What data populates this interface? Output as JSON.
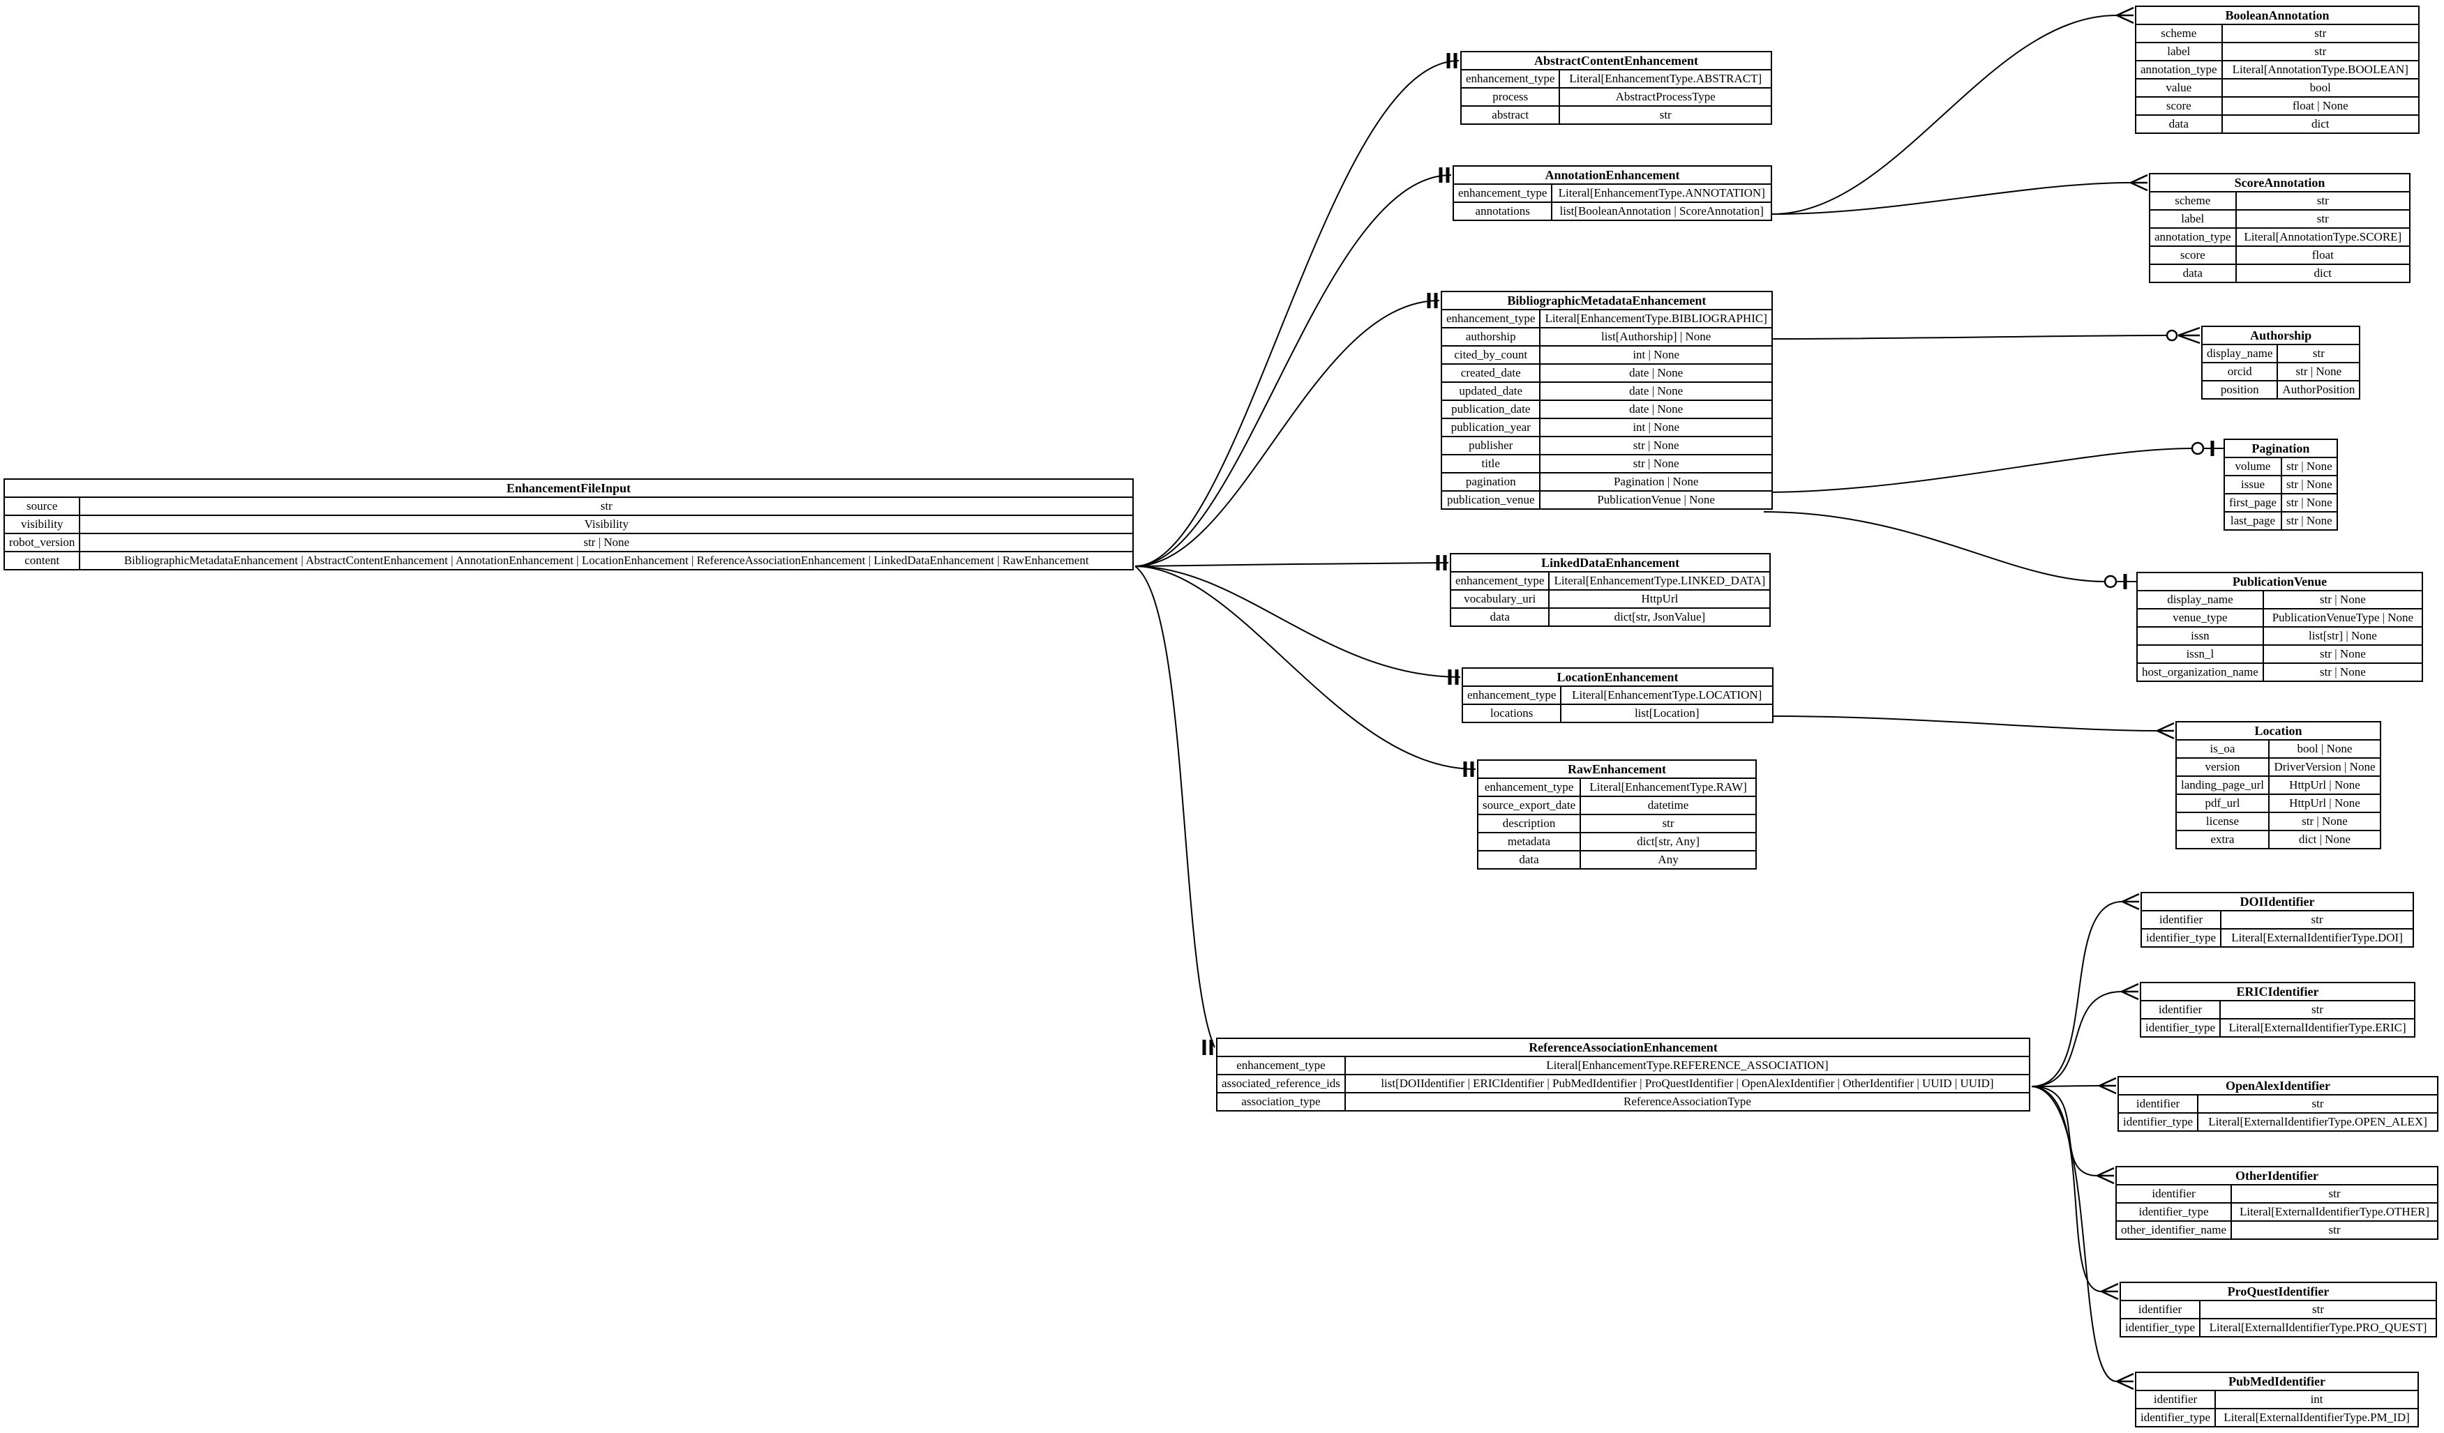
{
  "diagram": {
    "background_color": "#ffffff",
    "line_color": "#000000",
    "notation": "crow-foot",
    "kind": "pydantic-model-entity-relationship-diagram"
  },
  "entities": [
    {
      "name": "EnhancementFileInput",
      "fields": [
        {
          "field": "source",
          "type": "str"
        },
        {
          "field": "visibility",
          "type": "Visibility"
        },
        {
          "field": "robot_version",
          "type": "str | None"
        },
        {
          "field": "content",
          "type": "BibliographicMetadataEnhancement | AbstractContentEnhancement | AnnotationEnhancement | LocationEnhancement | ReferenceAssociationEnhancement | LinkedDataEnhancement | RawEnhancement"
        }
      ]
    },
    {
      "name": "AbstractContentEnhancement",
      "fields": [
        {
          "field": "enhancement_type",
          "type": "Literal[EnhancementType.ABSTRACT]"
        },
        {
          "field": "process",
          "type": "AbstractProcessType"
        },
        {
          "field": "abstract",
          "type": "str"
        }
      ]
    },
    {
      "name": "AnnotationEnhancement",
      "fields": [
        {
          "field": "enhancement_type",
          "type": "Literal[EnhancementType.ANNOTATION]"
        },
        {
          "field": "annotations",
          "type": "list[BooleanAnnotation | ScoreAnnotation]"
        }
      ]
    },
    {
      "name": "BibliographicMetadataEnhancement",
      "fields": [
        {
          "field": "enhancement_type",
          "type": "Literal[EnhancementType.BIBLIOGRAPHIC]"
        },
        {
          "field": "authorship",
          "type": "list[Authorship] | None"
        },
        {
          "field": "cited_by_count",
          "type": "int | None"
        },
        {
          "field": "created_date",
          "type": "date | None"
        },
        {
          "field": "updated_date",
          "type": "date | None"
        },
        {
          "field": "publication_date",
          "type": "date | None"
        },
        {
          "field": "publication_year",
          "type": "int | None"
        },
        {
          "field": "publisher",
          "type": "str | None"
        },
        {
          "field": "title",
          "type": "str | None"
        },
        {
          "field": "pagination",
          "type": "Pagination | None"
        },
        {
          "field": "publication_venue",
          "type": "PublicationVenue | None"
        }
      ]
    },
    {
      "name": "LinkedDataEnhancement",
      "fields": [
        {
          "field": "enhancement_type",
          "type": "Literal[EnhancementType.LINKED_DATA]"
        },
        {
          "field": "vocabulary_uri",
          "type": "HttpUrl"
        },
        {
          "field": "data",
          "type": "dict[str, JsonValue]"
        }
      ]
    },
    {
      "name": "LocationEnhancement",
      "fields": [
        {
          "field": "enhancement_type",
          "type": "Literal[EnhancementType.LOCATION]"
        },
        {
          "field": "locations",
          "type": "list[Location]"
        }
      ]
    },
    {
      "name": "RawEnhancement",
      "fields": [
        {
          "field": "enhancement_type",
          "type": "Literal[EnhancementType.RAW]"
        },
        {
          "field": "source_export_date",
          "type": "datetime"
        },
        {
          "field": "description",
          "type": "str"
        },
        {
          "field": "metadata",
          "type": "dict[str, Any]"
        },
        {
          "field": "data",
          "type": "Any"
        }
      ]
    },
    {
      "name": "ReferenceAssociationEnhancement",
      "fields": [
        {
          "field": "enhancement_type",
          "type": "Literal[EnhancementType.REFERENCE_ASSOCIATION]"
        },
        {
          "field": "associated_reference_ids",
          "type": "list[DOIIdentifier | ERICIdentifier | PubMedIdentifier | ProQuestIdentifier | OpenAlexIdentifier | OtherIdentifier | UUID | UUID]"
        },
        {
          "field": "association_type",
          "type": "ReferenceAssociationType"
        }
      ]
    },
    {
      "name": "BooleanAnnotation",
      "fields": [
        {
          "field": "scheme",
          "type": "str"
        },
        {
          "field": "label",
          "type": "str"
        },
        {
          "field": "annotation_type",
          "type": "Literal[AnnotationType.BOOLEAN]"
        },
        {
          "field": "value",
          "type": "bool"
        },
        {
          "field": "score",
          "type": "float | None"
        },
        {
          "field": "data",
          "type": "dict"
        }
      ]
    },
    {
      "name": "ScoreAnnotation",
      "fields": [
        {
          "field": "scheme",
          "type": "str"
        },
        {
          "field": "label",
          "type": "str"
        },
        {
          "field": "annotation_type",
          "type": "Literal[AnnotationType.SCORE]"
        },
        {
          "field": "score",
          "type": "float"
        },
        {
          "field": "data",
          "type": "dict"
        }
      ]
    },
    {
      "name": "Authorship",
      "fields": [
        {
          "field": "display_name",
          "type": "str"
        },
        {
          "field": "orcid",
          "type": "str | None"
        },
        {
          "field": "position",
          "type": "AuthorPosition"
        }
      ]
    },
    {
      "name": "Pagination",
      "fields": [
        {
          "field": "volume",
          "type": "str | None"
        },
        {
          "field": "issue",
          "type": "str | None"
        },
        {
          "field": "first_page",
          "type": "str | None"
        },
        {
          "field": "last_page",
          "type": "str | None"
        }
      ]
    },
    {
      "name": "PublicationVenue",
      "fields": [
        {
          "field": "display_name",
          "type": "str | None"
        },
        {
          "field": "venue_type",
          "type": "PublicationVenueType | None"
        },
        {
          "field": "issn",
          "type": "list[str] | None"
        },
        {
          "field": "issn_l",
          "type": "str | None"
        },
        {
          "field": "host_organization_name",
          "type": "str | None"
        }
      ]
    },
    {
      "name": "Location",
      "fields": [
        {
          "field": "is_oa",
          "type": "bool | None"
        },
        {
          "field": "version",
          "type": "DriverVersion | None"
        },
        {
          "field": "landing_page_url",
          "type": "HttpUrl | None"
        },
        {
          "field": "pdf_url",
          "type": "HttpUrl | None"
        },
        {
          "field": "license",
          "type": "str | None"
        },
        {
          "field": "extra",
          "type": "dict | None"
        }
      ]
    },
    {
      "name": "DOIIdentifier",
      "fields": [
        {
          "field": "identifier",
          "type": "str"
        },
        {
          "field": "identifier_type",
          "type": "Literal[ExternalIdentifierType.DOI]"
        }
      ]
    },
    {
      "name": "ERICIdentifier",
      "fields": [
        {
          "field": "identifier",
          "type": "str"
        },
        {
          "field": "identifier_type",
          "type": "Literal[ExternalIdentifierType.ERIC]"
        }
      ]
    },
    {
      "name": "OpenAlexIdentifier",
      "fields": [
        {
          "field": "identifier",
          "type": "str"
        },
        {
          "field": "identifier_type",
          "type": "Literal[ExternalIdentifierType.OPEN_ALEX]"
        }
      ]
    },
    {
      "name": "OtherIdentifier",
      "fields": [
        {
          "field": "identifier",
          "type": "str"
        },
        {
          "field": "identifier_type",
          "type": "Literal[ExternalIdentifierType.OTHER]"
        },
        {
          "field": "other_identifier_name",
          "type": "str"
        }
      ]
    },
    {
      "name": "ProQuestIdentifier",
      "fields": [
        {
          "field": "identifier",
          "type": "str"
        },
        {
          "field": "identifier_type",
          "type": "Literal[ExternalIdentifierType.PRO_QUEST]"
        }
      ]
    },
    {
      "name": "PubMedIdentifier",
      "fields": [
        {
          "field": "identifier",
          "type": "int"
        },
        {
          "field": "identifier_type",
          "type": "Literal[ExternalIdentifierType.PM_ID]"
        }
      ]
    }
  ],
  "edges": [
    {
      "from": "EnhancementFileInput.content",
      "to": "AbstractContentEnhancement",
      "target_cardinality": "exactly-one"
    },
    {
      "from": "EnhancementFileInput.content",
      "to": "AnnotationEnhancement",
      "target_cardinality": "exactly-one"
    },
    {
      "from": "EnhancementFileInput.content",
      "to": "BibliographicMetadataEnhancement",
      "target_cardinality": "exactly-one"
    },
    {
      "from": "EnhancementFileInput.content",
      "to": "LinkedDataEnhancement",
      "target_cardinality": "exactly-one"
    },
    {
      "from": "EnhancementFileInput.content",
      "to": "LocationEnhancement",
      "target_cardinality": "exactly-one"
    },
    {
      "from": "EnhancementFileInput.content",
      "to": "RawEnhancement",
      "target_cardinality": "exactly-one"
    },
    {
      "from": "EnhancementFileInput.content",
      "to": "ReferenceAssociationEnhancement",
      "target_cardinality": "exactly-one"
    },
    {
      "from": "AnnotationEnhancement.annotations",
      "to": "BooleanAnnotation",
      "target_cardinality": "many"
    },
    {
      "from": "AnnotationEnhancement.annotations",
      "to": "ScoreAnnotation",
      "target_cardinality": "many"
    },
    {
      "from": "BibliographicMetadataEnhancement.authorship",
      "to": "Authorship",
      "target_cardinality": "zero-or-many"
    },
    {
      "from": "BibliographicMetadataEnhancement.pagination",
      "to": "Pagination",
      "target_cardinality": "zero-or-one"
    },
    {
      "from": "BibliographicMetadataEnhancement.publication_venue",
      "to": "PublicationVenue",
      "target_cardinality": "zero-or-one"
    },
    {
      "from": "LocationEnhancement.locations",
      "to": "Location",
      "target_cardinality": "many"
    },
    {
      "from": "ReferenceAssociationEnhancement.associated_reference_ids",
      "to": "DOIIdentifier",
      "target_cardinality": "many"
    },
    {
      "from": "ReferenceAssociationEnhancement.associated_reference_ids",
      "to": "ERICIdentifier",
      "target_cardinality": "many"
    },
    {
      "from": "ReferenceAssociationEnhancement.associated_reference_ids",
      "to": "OpenAlexIdentifier",
      "target_cardinality": "many"
    },
    {
      "from": "ReferenceAssociationEnhancement.associated_reference_ids",
      "to": "OtherIdentifier",
      "target_cardinality": "many"
    },
    {
      "from": "ReferenceAssociationEnhancement.associated_reference_ids",
      "to": "ProQuestIdentifier",
      "target_cardinality": "many"
    },
    {
      "from": "ReferenceAssociationEnhancement.associated_reference_ids",
      "to": "PubMedIdentifier",
      "target_cardinality": "many"
    }
  ]
}
